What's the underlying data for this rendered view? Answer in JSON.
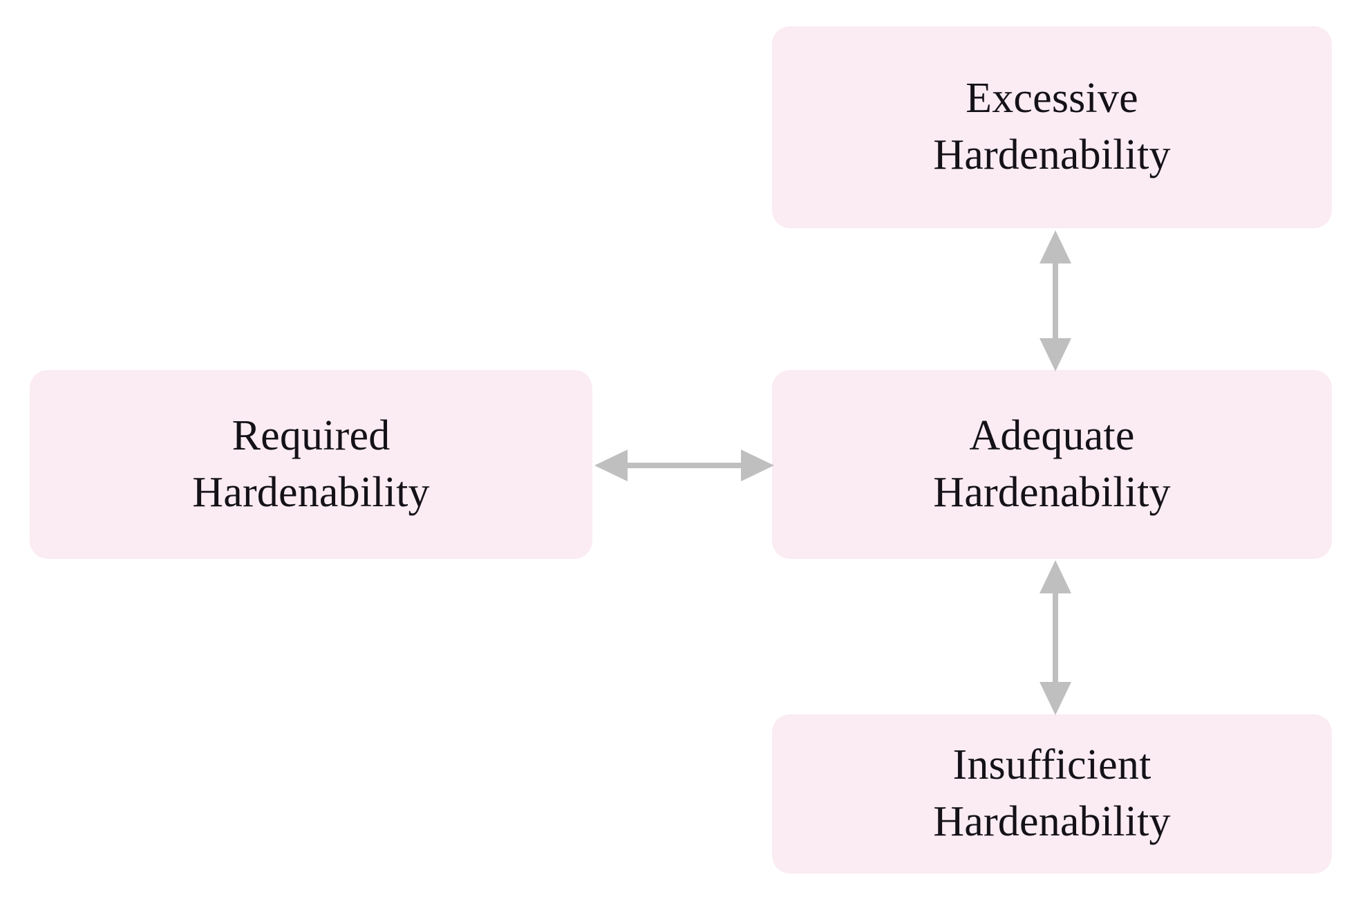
{
  "diagram": {
    "title": "Hardenability comparison diagram",
    "background_color": "#ffffff",
    "node_fill_color": "#fbebf2",
    "text_color": "#141218",
    "arrow_color": "#bfbfbf",
    "nodes": [
      {
        "id": "required",
        "line1": "Required",
        "line2": "Hardenability"
      },
      {
        "id": "adequate",
        "line1": "Adequate",
        "line2": "Hardenability"
      },
      {
        "id": "excessive",
        "line1": "Excessive",
        "line2": "Hardenability"
      },
      {
        "id": "insufficient",
        "line1": "Insufficient",
        "line2": "Hardenability"
      }
    ],
    "connectors": [
      {
        "id": "required-adequate",
        "from": "required",
        "to": "adequate",
        "style": "double-headed-arrow",
        "orientation": "horizontal"
      },
      {
        "id": "adequate-excessive",
        "from": "adequate",
        "to": "excessive",
        "style": "double-headed-arrow",
        "orientation": "vertical"
      },
      {
        "id": "adequate-insufficient",
        "from": "adequate",
        "to": "insufficient",
        "style": "double-headed-arrow",
        "orientation": "vertical"
      }
    ]
  }
}
